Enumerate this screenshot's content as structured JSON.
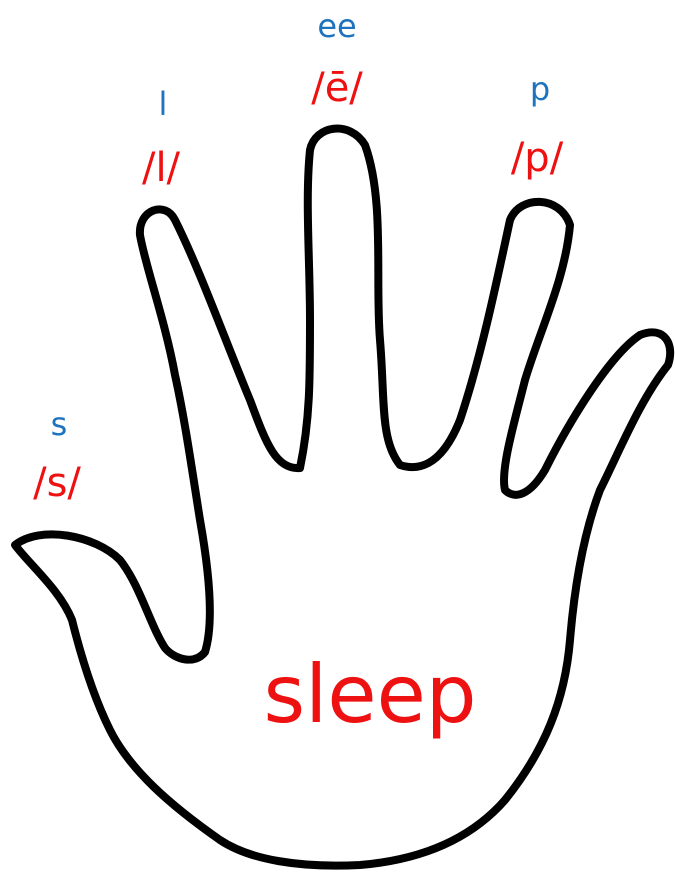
{
  "colors": {
    "grapheme": "#1e73be",
    "phoneme": "#ee1111",
    "outline": "#000000"
  },
  "fingers": [
    {
      "finger": "thumb",
      "grapheme": "s",
      "phoneme": "/s/"
    },
    {
      "finger": "index",
      "grapheme": "l",
      "phoneme": "/l/"
    },
    {
      "finger": "middle",
      "grapheme": "ee",
      "phoneme": "/ē/"
    },
    {
      "finger": "ring",
      "grapheme": "p",
      "phoneme": "/p/"
    }
  ],
  "word": "sleep"
}
